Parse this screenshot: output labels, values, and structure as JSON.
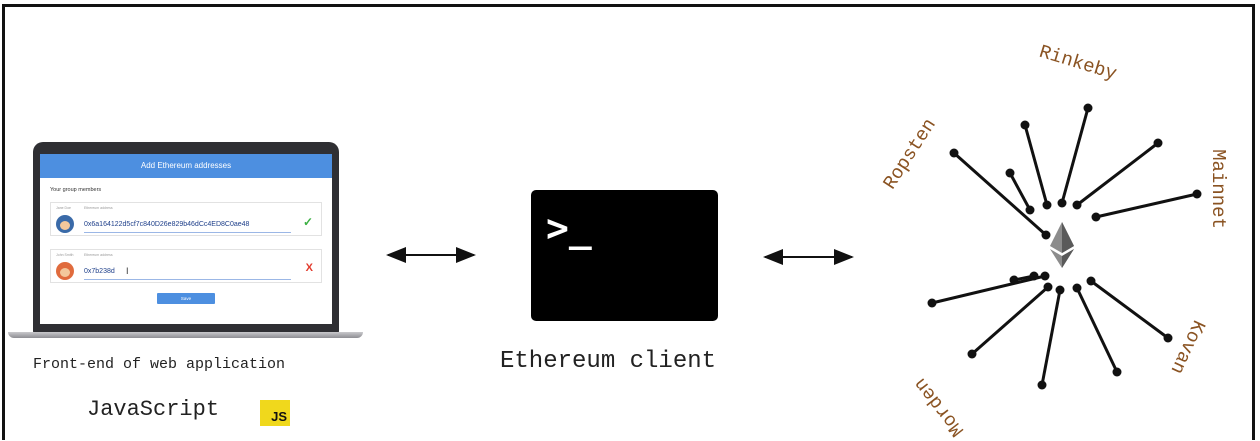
{
  "frontend": {
    "screen_title": "Add Ethereum addresses",
    "group_label": "Your group members",
    "members": [
      {
        "name": "Jane Doe",
        "field_label": "Ethereum address",
        "address": "0x6a164122d5cf7c840D26e829b46dCc4ED8C0ae48",
        "status": "valid"
      },
      {
        "name": "John Smith",
        "field_label": "Ethereum address",
        "address": "0x7b238d",
        "status": "invalid"
      }
    ],
    "save_label": "Save",
    "caption": "Front-end of web application",
    "language": "JavaScript",
    "badge": "JS"
  },
  "client": {
    "prompt": ">_",
    "caption": "Ethereum client"
  },
  "networks": [
    "Rinkeby",
    "Mainnet",
    "Kovan",
    "Morden",
    "Ropsten"
  ],
  "colors": {
    "accent": "#4d8fe0",
    "label": "#8a5322",
    "js_badge": "#f0d81c",
    "valid": "#3cb043",
    "invalid": "#e23a2c"
  }
}
